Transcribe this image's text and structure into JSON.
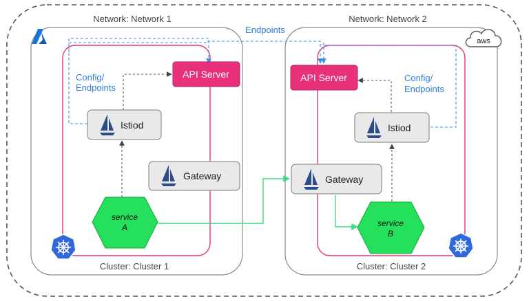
{
  "networks": [
    {
      "label": "Network: Network 1"
    },
    {
      "label": "Network: Network 2"
    }
  ],
  "clusters": [
    {
      "label": "Cluster: Cluster 1"
    },
    {
      "label": "Cluster: Cluster 2"
    }
  ],
  "labels": {
    "endpoints_top": "Endpoints",
    "config_left_line1": "Config/",
    "config_left_line2": "Endpoints",
    "config_right_line1": "Config/",
    "config_right_line2": "Endpoints"
  },
  "nodes": {
    "api_server_1": "API Server",
    "api_server_2": "API Server",
    "istiod_1": "Istiod",
    "istiod_2": "Istiod",
    "gateway_1": "Gateway",
    "gateway_2": "Gateway",
    "service_a_line1": "service",
    "service_a_line2": "A",
    "service_b_line1": "service",
    "service_b_line2": "B"
  },
  "logos": {
    "aws_text": "aws"
  },
  "colors": {
    "api_server": "#e8317a",
    "cluster_border": "#e8317a",
    "service": "#24e05a",
    "traffic": "#3ddc84",
    "config_line": "#3b8ee8",
    "config_text": "#2b7de0",
    "istio_sail": "#2c4b8c",
    "k8s": "#3069de",
    "azure": "#1a73d6"
  }
}
